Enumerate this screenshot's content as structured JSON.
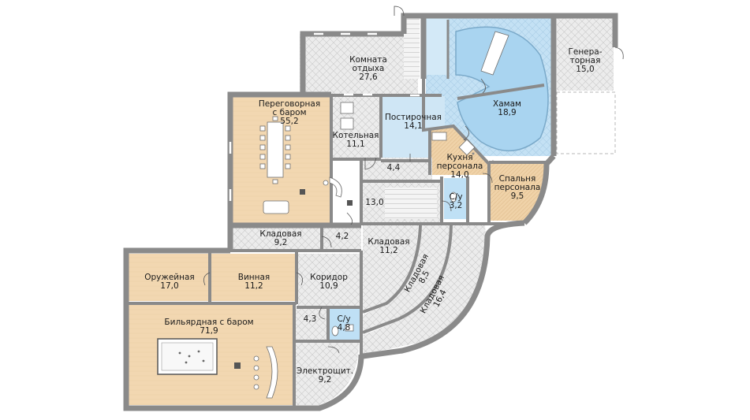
{
  "rooms": [
    {
      "id": "komnata-otdykha",
      "line1": "Комната",
      "line2": "отдыха",
      "area": "27,6"
    },
    {
      "id": "generatornaya",
      "line1": "Генера-",
      "line2": "торная",
      "area": "15,0"
    },
    {
      "id": "khamam",
      "line1": "Хамам",
      "line2": "",
      "area": "18,9"
    },
    {
      "id": "peregovornaya",
      "line1": "Переговорная",
      "line2": "с баром",
      "area": "55,2"
    },
    {
      "id": "kotelnaya",
      "line1": "Котельная",
      "line2": "",
      "area": "11,1"
    },
    {
      "id": "postirochnaya",
      "line1": "Постирочная",
      "line2": "",
      "area": "14,1"
    },
    {
      "id": "kukhnya-personala",
      "line1": "Кухня",
      "line2": "персонала",
      "area": "14,0"
    },
    {
      "id": "spalnya-personala",
      "line1": "Спальня",
      "line2": "персонала",
      "area": "9,5"
    },
    {
      "id": "hall-4-4",
      "line1": "",
      "line2": "",
      "area": "4,4"
    },
    {
      "id": "stair-13-0",
      "line1": "",
      "line2": "",
      "area": "13,0"
    },
    {
      "id": "su-3-2",
      "line1": "С/у",
      "line2": "",
      "area": "3,2"
    },
    {
      "id": "kladovaya-9-2",
      "line1": "Кладовая",
      "line2": "",
      "area": "9,2"
    },
    {
      "id": "hall-4-2",
      "line1": "",
      "line2": "",
      "area": "4,2"
    },
    {
      "id": "kladovaya-11-2",
      "line1": "Кладовая",
      "line2": "",
      "area": "11,2"
    },
    {
      "id": "kladovaya-8-5",
      "line1": "Кладовая",
      "line2": "",
      "area": "8,5"
    },
    {
      "id": "kladovaya-16-4",
      "line1": "Кладовая",
      "line2": "",
      "area": "16,4"
    },
    {
      "id": "oruzheynaya",
      "line1": "Оружейная",
      "line2": "",
      "area": "17,0"
    },
    {
      "id": "vinnaya",
      "line1": "Винная",
      "line2": "",
      "area": "11,2"
    },
    {
      "id": "koridor",
      "line1": "Коридор",
      "line2": "",
      "area": "10,9"
    },
    {
      "id": "hall-4-3",
      "line1": "",
      "line2": "",
      "area": "4,3"
    },
    {
      "id": "su-4-8",
      "line1": "С/у",
      "line2": "",
      "area": "4,8"
    },
    {
      "id": "bilyardnaya",
      "line1": "Бильярдная с баром",
      "line2": "",
      "area": "71,9"
    },
    {
      "id": "elektroshchit",
      "line1": "Электрощит.",
      "line2": "",
      "area": "9,2"
    }
  ],
  "colors": {
    "wall": "#8a8a8a",
    "tile": "#e9e9e9",
    "wood": "#f3d9b5",
    "pool": "#bfe0f5",
    "lightblue": "#cfe6f5"
  }
}
